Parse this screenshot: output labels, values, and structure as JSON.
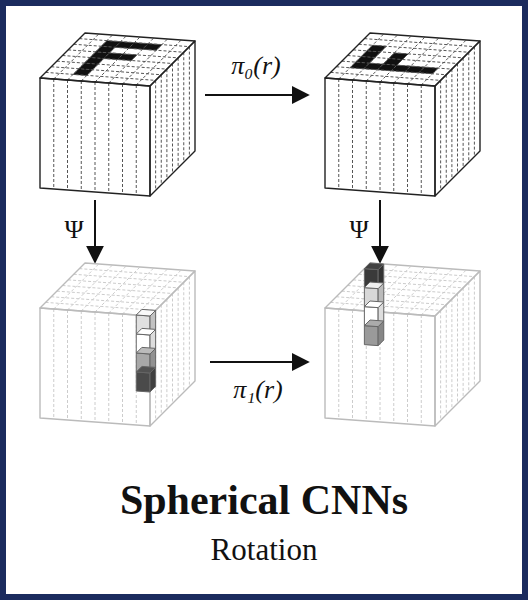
{
  "diagram": {
    "title": "Spherical CNNs",
    "caption": "Rotation",
    "labels": [
      "π₀(r)",
      "Ψ",
      "Ψ",
      "π₁(r)"
    ]
  }
}
